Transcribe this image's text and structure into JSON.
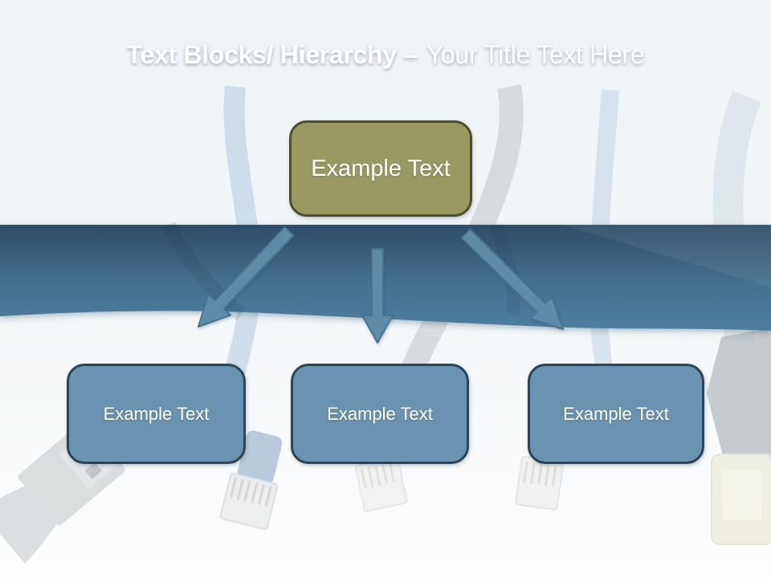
{
  "slide": {
    "title": {
      "emphasis": "Text Blocks/ Hierarchy –",
      "rest": "Your Title Text Here"
    },
    "diagram": {
      "root": {
        "label": "Example Text"
      },
      "children": [
        {
          "label": "Example Text"
        },
        {
          "label": "Example Text"
        },
        {
          "label": "Example Text"
        }
      ]
    }
  },
  "colors": {
    "header_top": "#2e4d68",
    "header_mid": "#45708f",
    "header_bottom": "#4f7da0",
    "root_fill": "#999a63",
    "root_border": "#4e4e2c",
    "child_fill": "#6993b0",
    "child_border": "#2c4358",
    "arrow_fill": "#5e8aa8",
    "arrow_border": "#4a7390",
    "background": "#f2f6f8",
    "title_text": "#ffffff",
    "node_text": "#ffffff"
  }
}
